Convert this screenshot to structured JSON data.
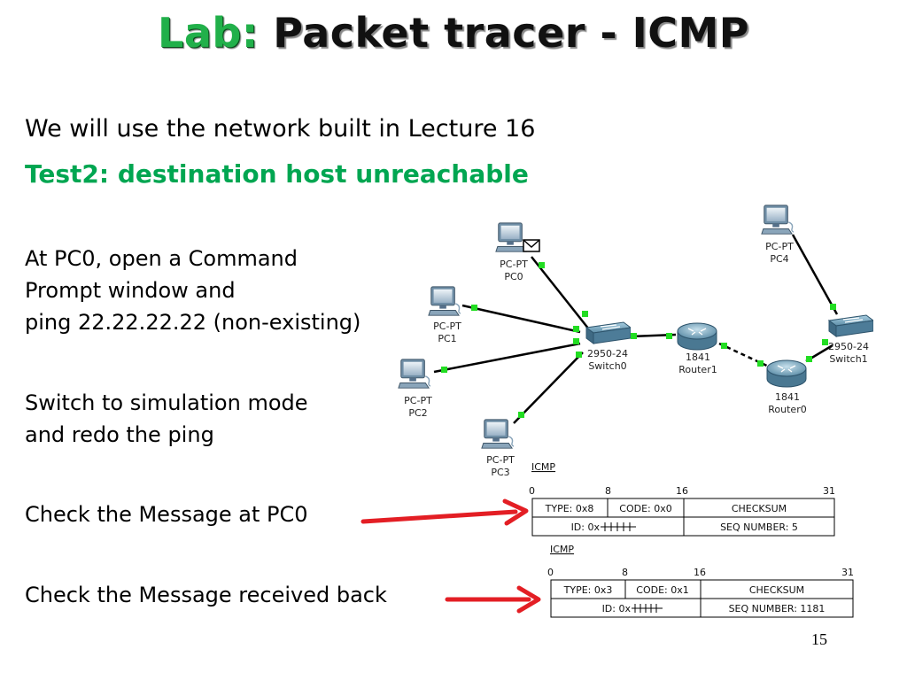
{
  "title": {
    "prefix": "Lab:",
    "main": "Packet tracer - ICMP"
  },
  "intro": "We will use the network built in Lecture 16",
  "test_heading": "Test2: destination host unreachable",
  "steps": [
    [
      "At PC0, open a Command",
      "Prompt window and",
      "ping 22.22.22.22   (non-existing)"
    ],
    [
      "Switch to simulation mode",
      "and redo the ping"
    ]
  ],
  "check_sent": "Check the Message at PC0",
  "check_received": "Check the Message received back",
  "devices": {
    "pc0": {
      "line1": "PC-PT",
      "line2": "PC0"
    },
    "pc1": {
      "line1": "PC-PT",
      "line2": "PC1"
    },
    "pc2": {
      "line1": "PC-PT",
      "line2": "PC2"
    },
    "pc3": {
      "line1": "PC-PT",
      "line2": "PC3"
    },
    "pc4": {
      "line1": "PC-PT",
      "line2": "PC4"
    },
    "switch0": {
      "line1": "2950-24",
      "line2": "Switch0"
    },
    "switch1": {
      "line1": "2950-24",
      "line2": "Switch1"
    },
    "router1": {
      "line1": "1841",
      "line2": "Router1"
    },
    "router0": {
      "line1": "1841",
      "line2": "Router0"
    }
  },
  "packet_sent": {
    "heading": "ICMP",
    "bits": [
      "0",
      "8",
      "16",
      "31"
    ],
    "type": "TYPE: 0x8",
    "code": "CODE: 0x0",
    "checksum": "CHECKSUM",
    "id": "ID: 0x",
    "seq": "SEQ NUMBER: 5"
  },
  "packet_received": {
    "heading": "ICMP",
    "bits": [
      "0",
      "8",
      "16",
      "31"
    ],
    "type": "TYPE: 0x3",
    "code": "CODE: 0x1",
    "checksum": "CHECKSUM",
    "id": "ID: 0x",
    "seq": "SEQ NUMBER: 1181"
  },
  "page_number": "15",
  "colors": {
    "title_green": "#21b04a",
    "heading_green": "#00a651",
    "arrow_red": "#e31e24",
    "link_dot": "#22dd22"
  }
}
